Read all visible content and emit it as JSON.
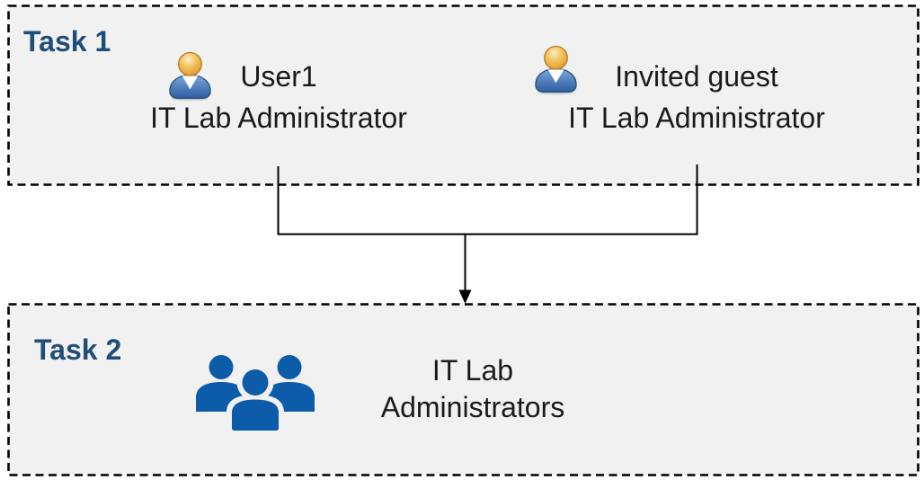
{
  "task1": {
    "label": "Task 1",
    "members": [
      {
        "name": "User1",
        "role": "IT Lab Administrator",
        "icon": "person-icon"
      },
      {
        "name": "Invited guest",
        "role": "IT Lab Administrator",
        "icon": "person-icon"
      }
    ]
  },
  "connector": {
    "type": "merge-arrow",
    "from": [
      "task1-member-user1",
      "task1-member-invited-guest"
    ],
    "to": "task2-group"
  },
  "task2": {
    "label": "Task 2",
    "group": {
      "name_line1": "IT Lab",
      "name_line2": "Administrators",
      "icon": "group-icon"
    }
  },
  "colors": {
    "task_label": "#1F4E79",
    "box_fill": "#F1F1F1",
    "box_border": "#000000",
    "connector_line": "#000000",
    "body_text": "#1A1A1A",
    "group_icon_blue": "#0D5CA9",
    "person_head_gold": "#E9A838",
    "person_body_blue": "#3A69A6"
  }
}
